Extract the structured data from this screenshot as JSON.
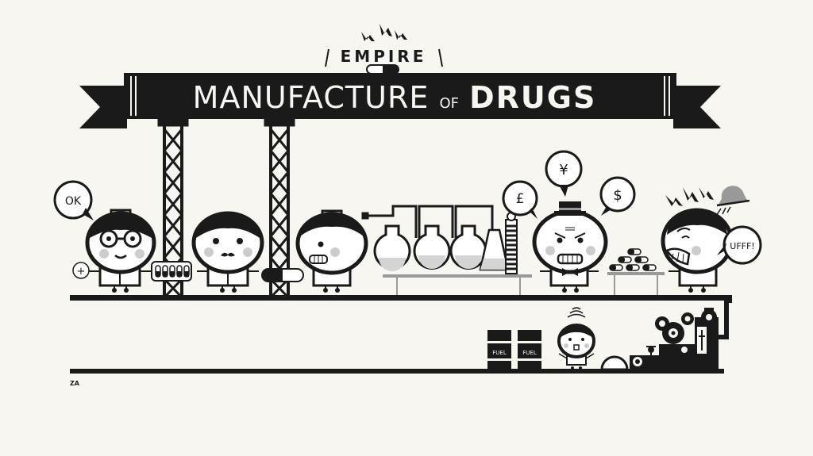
{
  "banner": {
    "top_word": "EMPIRE",
    "title_main": "MANUFACTURE",
    "title_of": "OF",
    "title_end": "DRUGS"
  },
  "speech": {
    "ok": "OK",
    "pound": "£",
    "yen": "¥",
    "dollar": "$",
    "ufff": "UFFF!"
  },
  "plus_sign": "+",
  "fuel_labels": [
    "FUEL",
    "FUEL"
  ],
  "signature": "ZA"
}
